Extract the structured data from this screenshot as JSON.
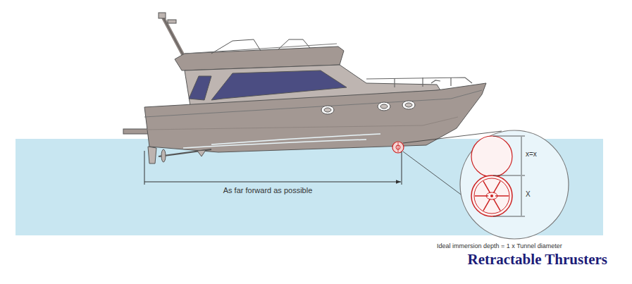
{
  "diagram": {
    "title": "Retractable Thrusters",
    "labels": [
      "As far forward as possible",
      "x=x",
      "X",
      "Ideal immersion depth = 1 x Tunnel diameter"
    ]
  }
}
